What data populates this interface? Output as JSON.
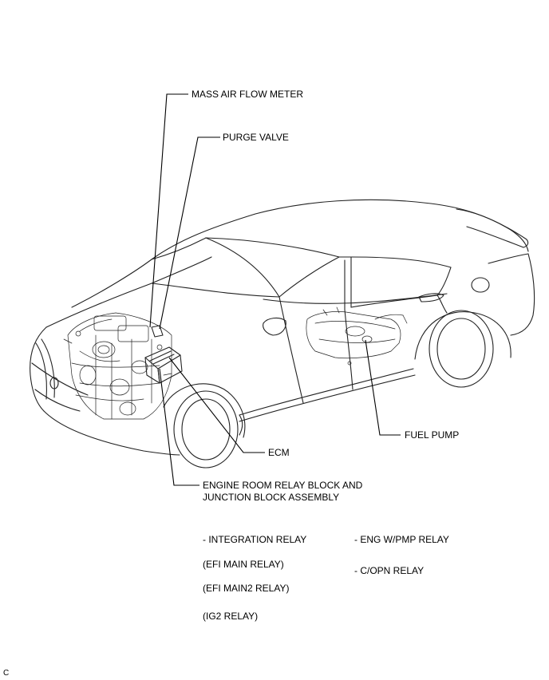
{
  "labels": {
    "mass_air_flow_meter": "MASS AIR FLOW METER",
    "purge_valve": "PURGE VALVE",
    "ecm": "ECM",
    "fuel_pump": "FUEL PUMP",
    "relay_block_line1": "ENGINE ROOM RELAY BLOCK AND",
    "relay_block_line2": "JUNCTION BLOCK ASSEMBLY"
  },
  "relays_left": [
    "- INTEGRATION RELAY",
    "(EFI MAIN RELAY)",
    "(EFI MAIN2 RELAY)",
    "(IG2 RELAY)"
  ],
  "relays_right": [
    "- ENG W/PMP RELAY",
    "- C/OPN RELAY"
  ],
  "corner_code": "C"
}
